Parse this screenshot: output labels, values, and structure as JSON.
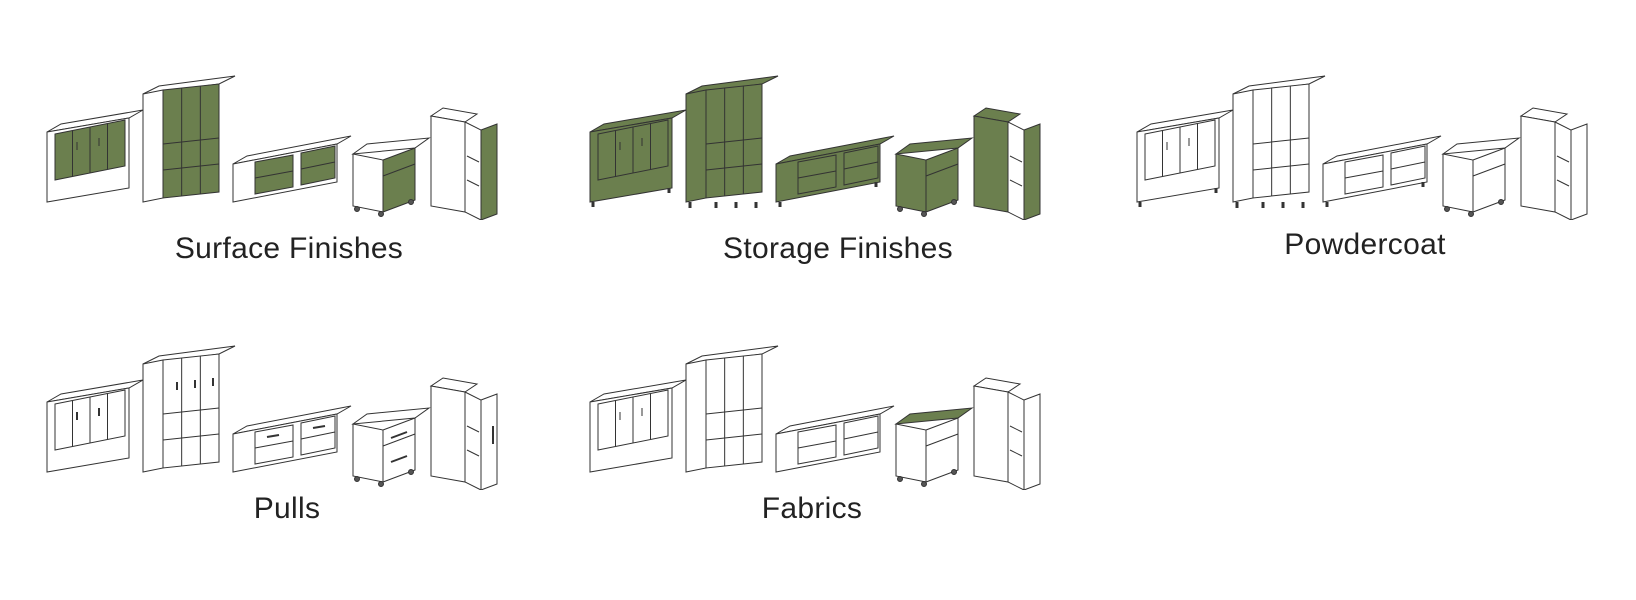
{
  "groups": [
    {
      "label": "Surface Finishes",
      "highlight": "doors"
    },
    {
      "label": "Storage Finishes",
      "highlight": "all"
    },
    {
      "label": "Powdercoat",
      "highlight": "legs"
    },
    {
      "label": "Pulls",
      "highlight": "pulls"
    },
    {
      "label": "Fabrics",
      "highlight": "cushion"
    }
  ],
  "colors": {
    "accent_green": "#6b7f4e",
    "line": "#333333",
    "panel": "#ffffff"
  }
}
